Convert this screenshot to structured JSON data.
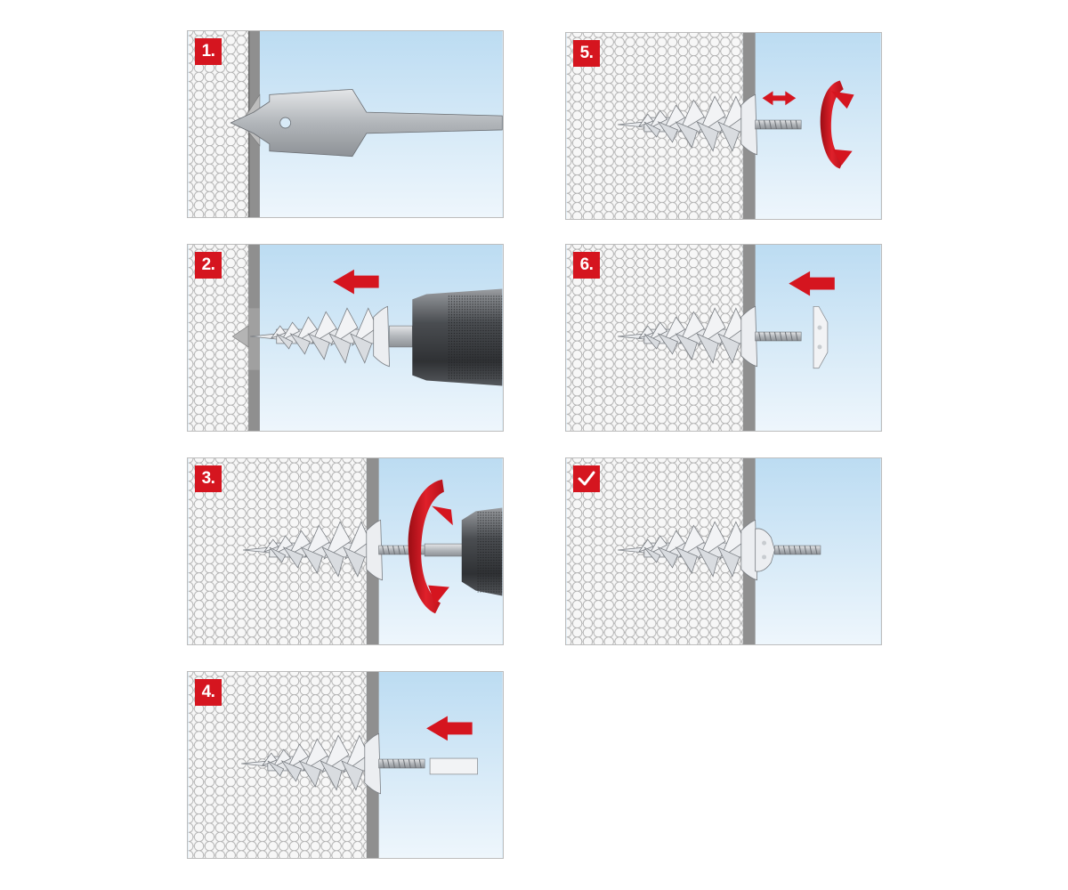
{
  "steps": [
    {
      "label": "1."
    },
    {
      "label": "2."
    },
    {
      "label": "3."
    },
    {
      "label": "4."
    },
    {
      "label": "5."
    },
    {
      "label": "6."
    }
  ],
  "final_icon": "checkmark-icon",
  "colors": {
    "accent_red": "#d5151f",
    "sky_top": "#bcdcf2",
    "sky_bottom": "#eef6fc",
    "insulation": "#f3f3f3",
    "board": "#8f8f8f",
    "metal": "#b9bcc0"
  }
}
